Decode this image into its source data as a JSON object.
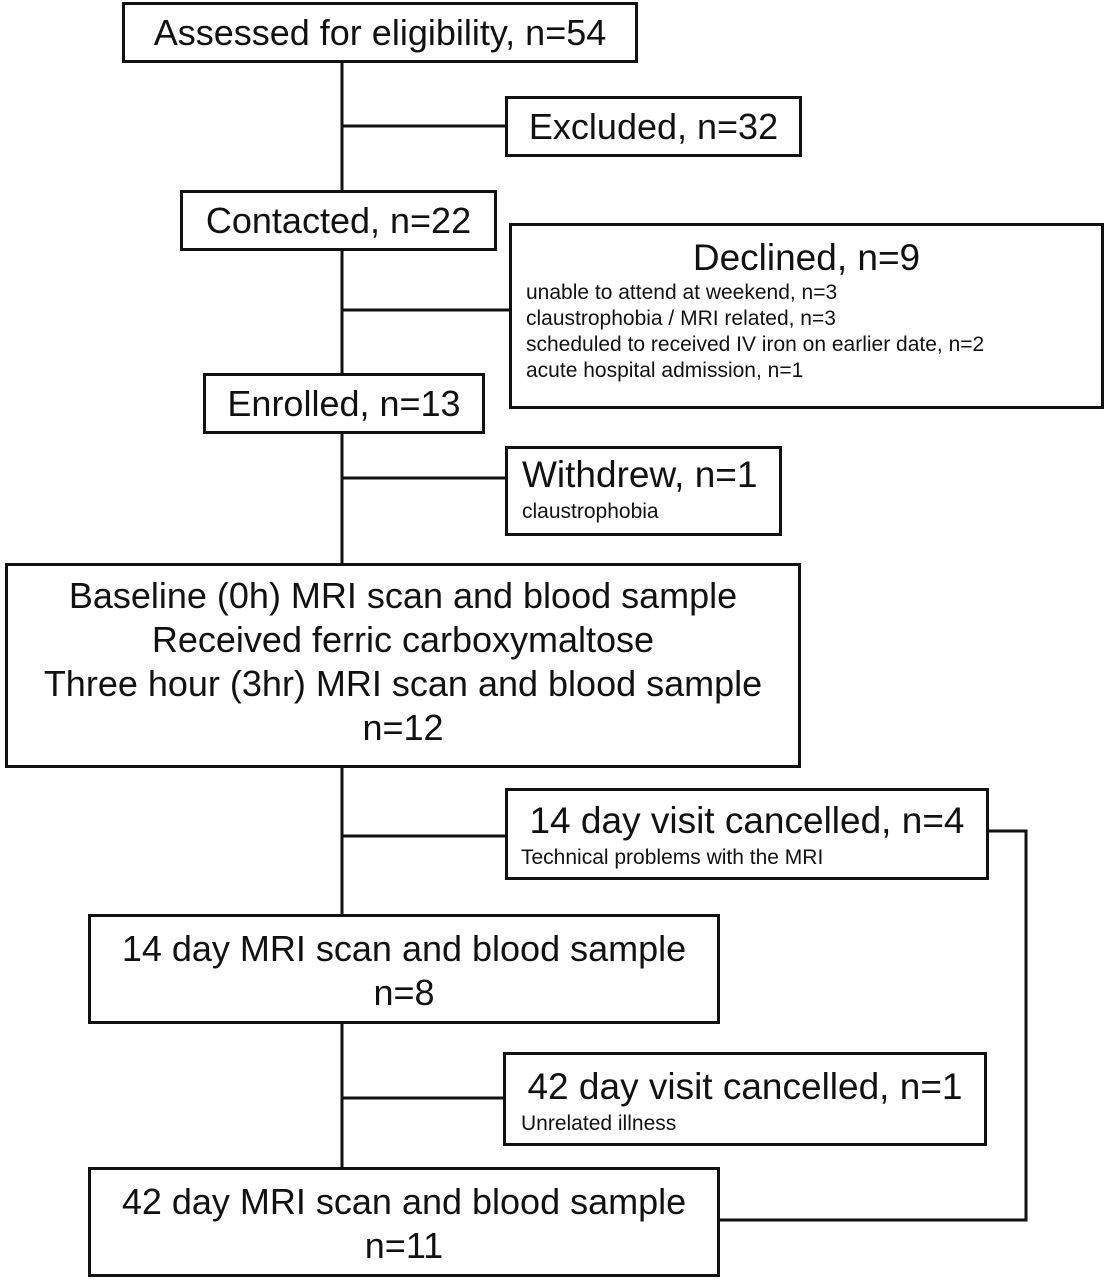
{
  "boxes": {
    "assessed": {
      "title": "Assessed for eligibility, n=54"
    },
    "excluded": {
      "title": "Excluded, n=32"
    },
    "contacted": {
      "title": "Contacted, n=22"
    },
    "declined": {
      "title": "Declined, n=9",
      "reasons": [
        "unable to attend at weekend, n=3",
        "claustrophobia / MRI related, n=3",
        "scheduled to received IV iron on earlier date, n=2",
        "acute hospital admission, n=1"
      ]
    },
    "enrolled": {
      "title": "Enrolled, n=13"
    },
    "withdrew": {
      "title": "Withdrew, n=1",
      "reason": "claustrophobia"
    },
    "baseline": {
      "lines": [
        "Baseline (0h) MRI scan and blood sample",
        "Received ferric carboxymaltose",
        "Three hour (3hr) MRI scan and blood sample",
        "n=12"
      ]
    },
    "cancel14": {
      "title": "14 day visit cancelled, n=4",
      "reason": "Technical problems with the MRI"
    },
    "day14": {
      "lines": [
        "14 day MRI scan and blood sample",
        "n=8"
      ]
    },
    "cancel42": {
      "title": "42 day visit cancelled, n=1",
      "reason": "Unrelated illness"
    },
    "day42": {
      "lines": [
        "42 day MRI scan and blood sample",
        "n=11"
      ]
    }
  },
  "colors": {
    "line": "#111111",
    "background": "#ffffff"
  }
}
